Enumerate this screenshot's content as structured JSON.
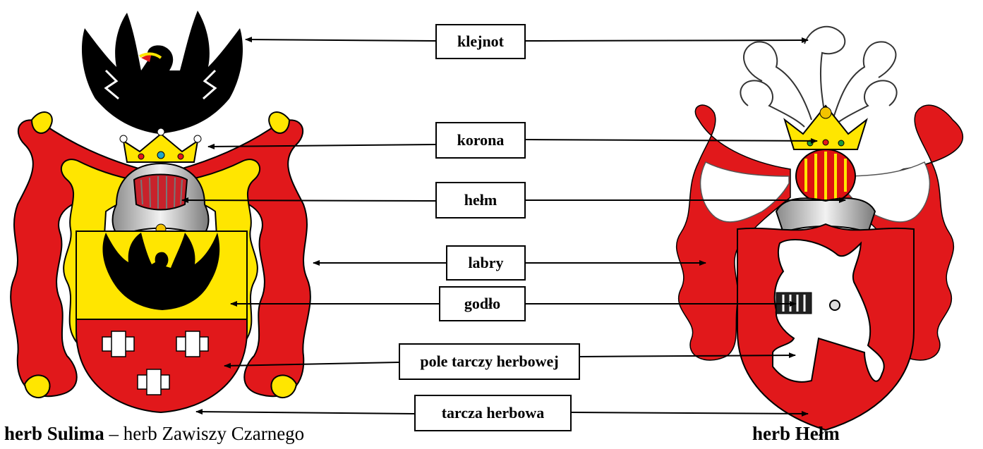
{
  "labels": {
    "crest": "klejnot",
    "crown": "korona",
    "helmet": "hełm",
    "mantling": "labry",
    "charge": "godło",
    "field": "pole tarczy herbowej",
    "shield": "tarcza herbowa"
  },
  "captions": {
    "left_name": "herb Sulima",
    "left_rest": " – herb Zawiszy Czarnego",
    "right_name": "herb Hełm"
  },
  "colors": {
    "red": "#e1181b",
    "yellow": "#ffe600",
    "black": "#000000",
    "silver": "#d9d9d9",
    "white": "#ffffff",
    "gold": "#f2c300"
  }
}
